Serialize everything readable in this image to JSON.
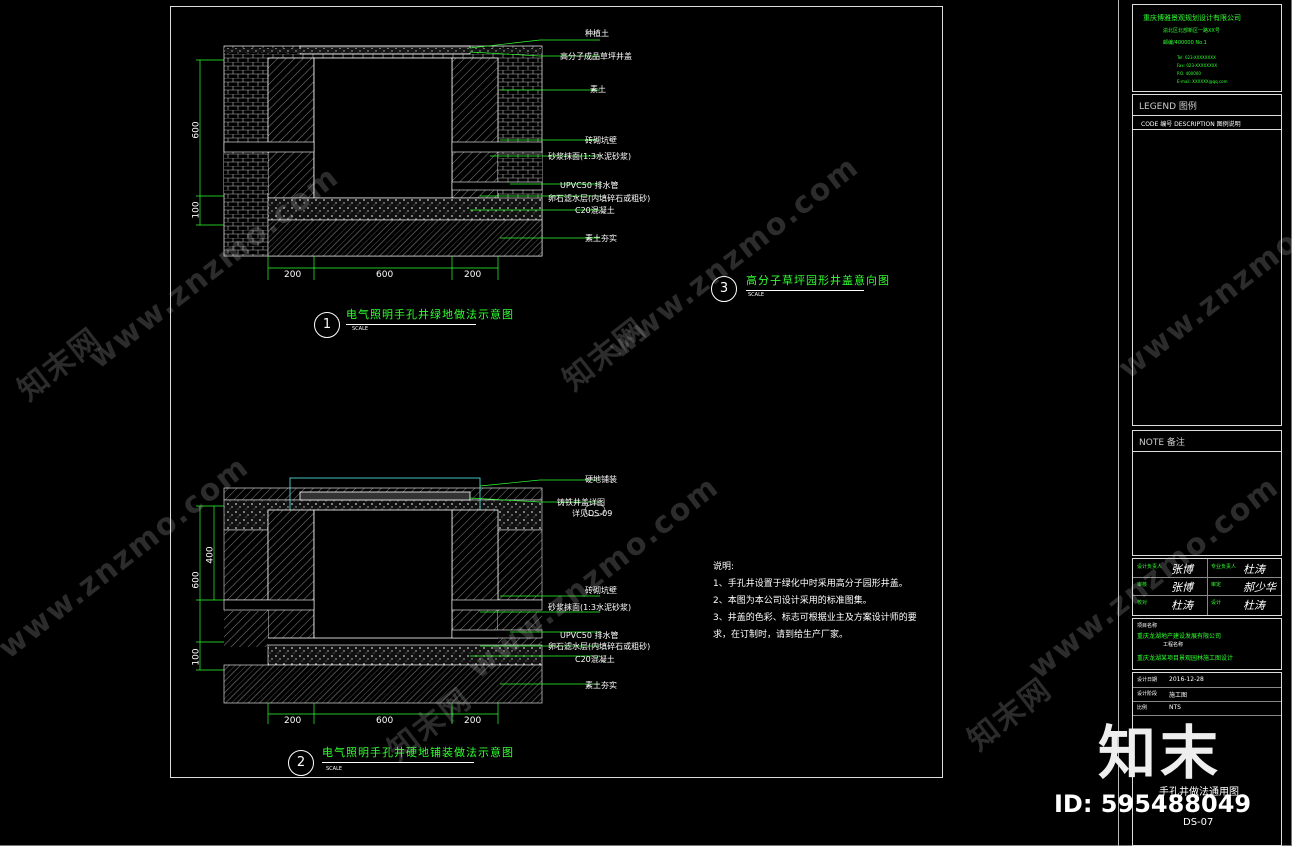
{
  "drawing": {
    "detail1": {
      "number": "1",
      "title": "电气照明手孔井绿地做法示意图",
      "scale": "SCALE",
      "dims_h": [
        "200",
        "600",
        "200"
      ],
      "dims_v": [
        "600",
        "100"
      ],
      "labels": [
        "种植土",
        "高分子成品草坪井盖",
        "素土",
        "砖砌坑壁",
        "砂浆抹面(1:3水泥砂浆)",
        "UPVC50 排水管",
        "卵石滤水层(内填碎石或粗砂)",
        "C20混凝土",
        "素土夯实"
      ]
    },
    "detail2": {
      "number": "2",
      "title": "电气照明手孔井硬地铺装做法示意图",
      "scale": "SCALE",
      "dims_h": [
        "200",
        "600",
        "200"
      ],
      "dims_v": [
        "600",
        "400",
        "100"
      ],
      "labels": [
        "硬地铺装",
        "铸铁井盖详图",
        "详见DS-09",
        "砖砌坑壁",
        "砂浆抹面(1:3水泥砂浆)",
        "UPVC50 排水管",
        "卵石滤水层(内填碎石或粗砂)",
        "C20混凝土",
        "素土夯实"
      ]
    },
    "detail3": {
      "number": "3",
      "title": "高分子草坪园形井盖意向图",
      "scale": "SCALE"
    },
    "notes": {
      "heading": "说明:",
      "lines": [
        "1、手孔井设置于绿化中时采用高分子园形井盖。",
        "2、本图为本公司设计采用的标准图集。",
        "3、井盖的色彩、标志可根据业主及方案设计师的要",
        "求，在订制时，请到给生产厂家。"
      ]
    }
  },
  "title_block": {
    "company": "重庆博雅景观规划设计有限公司",
    "address_lines": [
      "渝北区北部新区一路XX号",
      "邮编/400000 No.1",
      "Tel: 023-XXXXXXXX",
      "Fax: 023-XXXXXXXX",
      "P.O. 400000",
      "E-mail: XXXXXX@qq.com"
    ],
    "legend_header": "LEGEND 图例",
    "legend_columns": "CODE 编号   DESCRIPTION  图例说明",
    "note_header": "NOTE 备注",
    "sign_rows": [
      {
        "label": "设计负责人",
        "sig": "张博",
        "label2": "专业负责人",
        "sig2": "杜涛"
      },
      {
        "label": "审核",
        "sig": "张博",
        "label2": "审定",
        "sig2": "郝少华"
      },
      {
        "label": "校对",
        "sig": "杜涛",
        "label2": "设计",
        "sig2": "杜涛"
      }
    ],
    "project_label": "项目名称",
    "project_name": "重庆龙湖地产建设发展有限公司",
    "project_sub": "工程名称",
    "project_name2": "重庆龙湖某项目景观园林施工图设计",
    "date_label": "设计日期",
    "date": "2016-12-28",
    "phase_label": "设计阶段",
    "phase": "施工图",
    "scale_label": "比例",
    "scale_val": "NTS",
    "sheet_title": "手孔井做法通用图",
    "drawing_no": "DS-07"
  },
  "watermark": {
    "site": "www.znzmo.com",
    "brand": "知末网",
    "logo": "知末",
    "id": "ID: 595488049"
  },
  "colors": {
    "line": "#ffffff",
    "text_green": "#30ff30",
    "leader": "#30ff30",
    "bg": "#000000"
  }
}
